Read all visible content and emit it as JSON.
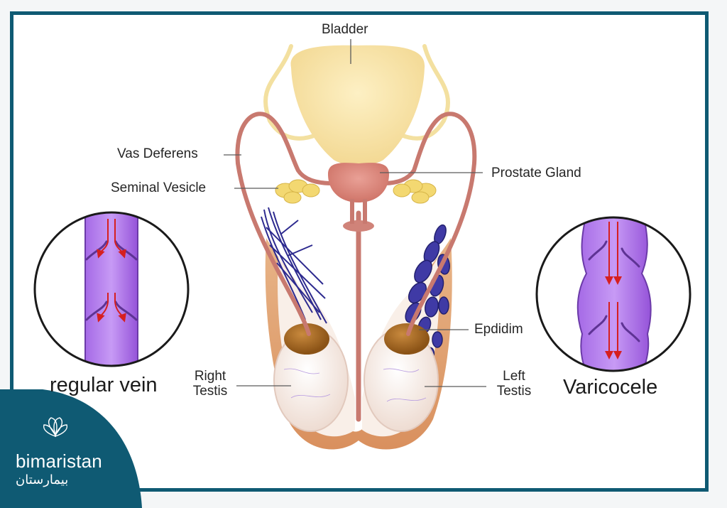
{
  "labels": {
    "bladder": "Bladder",
    "vas_deferens": "Vas Deferens",
    "seminal_vesicle": "Seminal Vesicle",
    "prostate_gland": "Prostate Gland",
    "epididymis": "Epdidim",
    "right_testis": [
      "Right",
      "Testis"
    ],
    "left_testis": [
      "Left",
      "Testis"
    ]
  },
  "captions": {
    "regular_vein": "regular vein",
    "varicocele": "Varicocele"
  },
  "brand": {
    "name": "bimaristan",
    "name_arabic": "بيمارستان"
  },
  "colors": {
    "frame": "#0f5a73",
    "bladder": "#f8e3a8",
    "prostate": "#d9837a",
    "vessel": "#c8796f",
    "vein": "#9a5ad8",
    "arrow": "#d61f1f",
    "venous_plexus": "#2d2a8f",
    "testis": "#f6ede8",
    "epididymis": "#a0621c"
  }
}
